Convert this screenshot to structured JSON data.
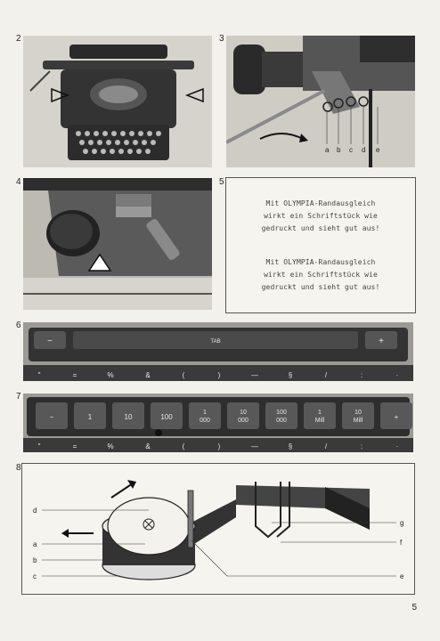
{
  "figures": {
    "fig2": {
      "number": "2"
    },
    "fig3": {
      "number": "3",
      "callouts": [
        "a",
        "b",
        "c",
        "d",
        "e"
      ]
    },
    "fig4": {
      "number": "4"
    },
    "fig5": {
      "number": "5",
      "lines": [
        "Mit OLYMPIA-Randausgleich",
        "wirkt ein Schriftstück wie",
        "gedruckt und sieht gut aus!",
        "Mit OLYMPIA-Randausgleich",
        "wirkt ein Schriftstück wie",
        "gedruckt und sieht gut aus!"
      ]
    },
    "fig6": {
      "number": "6",
      "keys": {
        "minus": "−",
        "tab": "TAB",
        "plus": "+"
      },
      "bottom_row": [
        "\"",
        "=",
        "%",
        "&",
        "(",
        ")",
        "—",
        "§",
        "/",
        ":",
        "·"
      ]
    },
    "fig7": {
      "number": "7",
      "keys": [
        "−",
        "1",
        "10",
        "100",
        "1\n000",
        "10\n000",
        "100\n000",
        "1\nMill",
        "10\nMill",
        "+"
      ],
      "bottom_row": [
        "\"",
        "=",
        "%",
        "&",
        "(",
        ")",
        "—",
        "§",
        "/",
        ":",
        "·"
      ]
    },
    "fig8": {
      "number": "8",
      "left_callouts": [
        "d",
        "a",
        "b",
        "c"
      ],
      "right_callouts": [
        "g",
        "f",
        "e"
      ]
    }
  },
  "page_number": "5"
}
